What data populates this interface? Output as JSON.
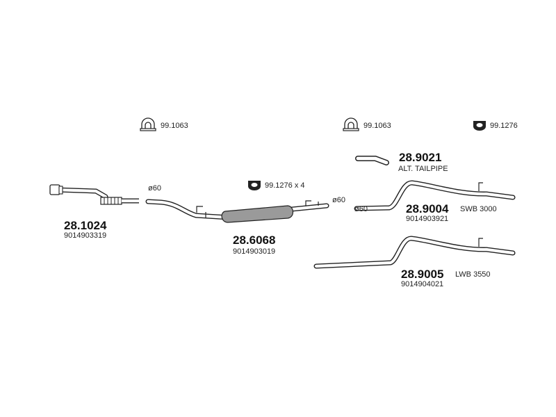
{
  "accessories": [
    {
      "code": "99.1063"
    },
    {
      "code": "99.1063"
    },
    {
      "code": "99.1276"
    },
    {
      "code": "99.1276 x 4"
    }
  ],
  "parts": [
    {
      "number": "28.1024",
      "oem": "9014903319"
    },
    {
      "number": "28.6068",
      "oem": "9014903019"
    },
    {
      "number": "28.9021",
      "note": "ALT. TAILPIPE"
    },
    {
      "number": "28.9004",
      "note": "SWB 3000",
      "oem": "9014903921"
    },
    {
      "number": "28.9005",
      "note": "LWB 3550",
      "oem": "9014904021"
    }
  ],
  "diameters": [
    "ø60",
    "ø60",
    "ø60"
  ]
}
